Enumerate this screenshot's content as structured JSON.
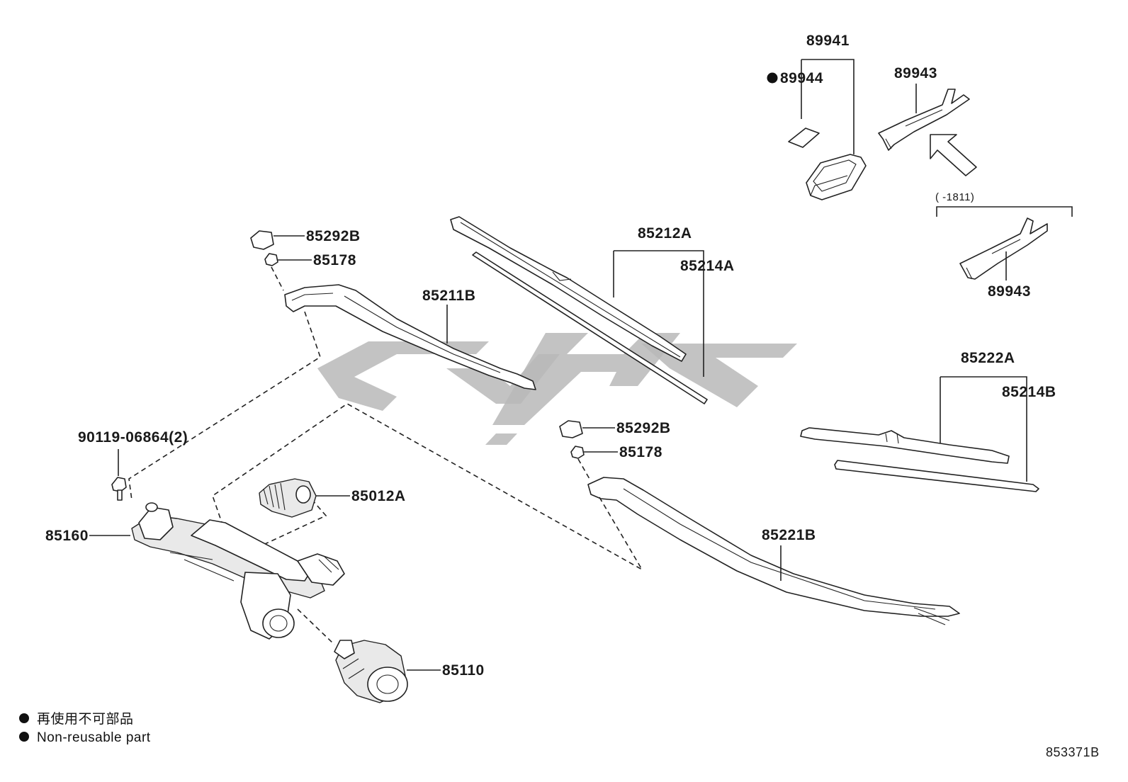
{
  "parts": {
    "p89941": "89941",
    "p89944": "89944",
    "p89943_top": "89943",
    "bracket_note": "(    -1811)",
    "p89943_bottom": "89943",
    "p85292b_left": "85292B",
    "p85178_left": "85178",
    "p85211b": "85211B",
    "p85212a": "85212A",
    "p85214a": "85214A",
    "p85222a": "85222A",
    "p85214b": "85214B",
    "p90119": "90119-06864(2)",
    "p85292b_mid": "85292B",
    "p85178_mid": "85178",
    "p85012a": "85012A",
    "p85160": "85160",
    "p85221b": "85221B",
    "p85110": "85110"
  },
  "legend": {
    "line_jp": "再使用不可部品",
    "line_en": "Non-reusable part"
  },
  "diagram_id": "853371B",
  "colors": {
    "ink": "#222222",
    "watermark": "#b9b9b9"
  }
}
